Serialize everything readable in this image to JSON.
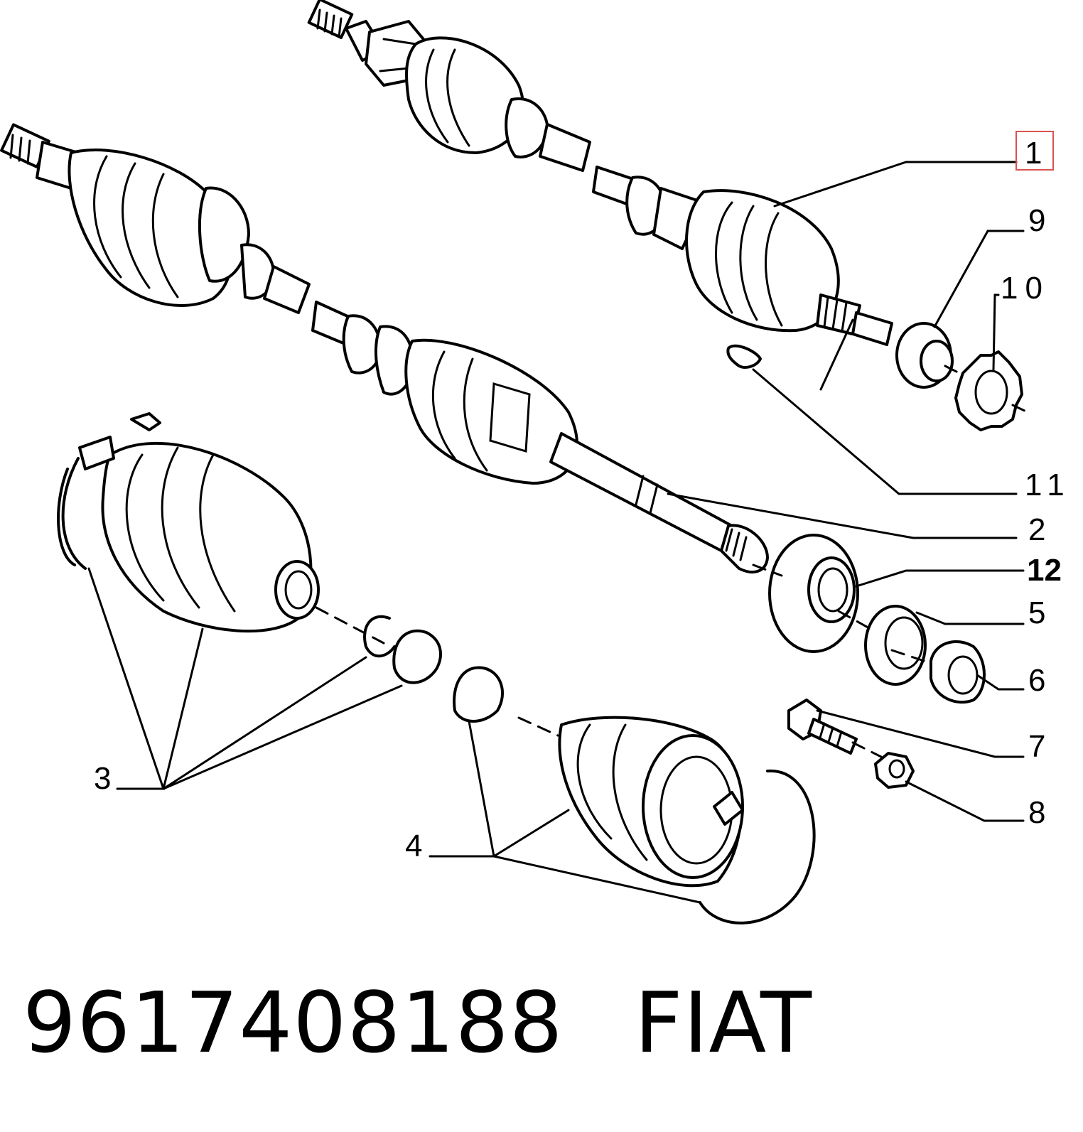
{
  "callouts": [
    {
      "id": "1",
      "label": "1",
      "highlighted": true
    },
    {
      "id": "9",
      "label": "9"
    },
    {
      "id": "10",
      "label": "10"
    },
    {
      "id": "11",
      "label": "11"
    },
    {
      "id": "2",
      "label": "2"
    },
    {
      "id": "12",
      "label": "12",
      "bold": true
    },
    {
      "id": "5",
      "label": "5"
    },
    {
      "id": "6",
      "label": "6"
    },
    {
      "id": "7",
      "label": "7"
    },
    {
      "id": "8",
      "label": "8"
    },
    {
      "id": "3",
      "label": "3"
    },
    {
      "id": "4",
      "label": "4"
    }
  ],
  "caption": {
    "part_number": "9617408188",
    "brand": "FIAT"
  },
  "colors": {
    "line": "#000000",
    "background": "#ffffff",
    "highlight": "#d9534f"
  }
}
